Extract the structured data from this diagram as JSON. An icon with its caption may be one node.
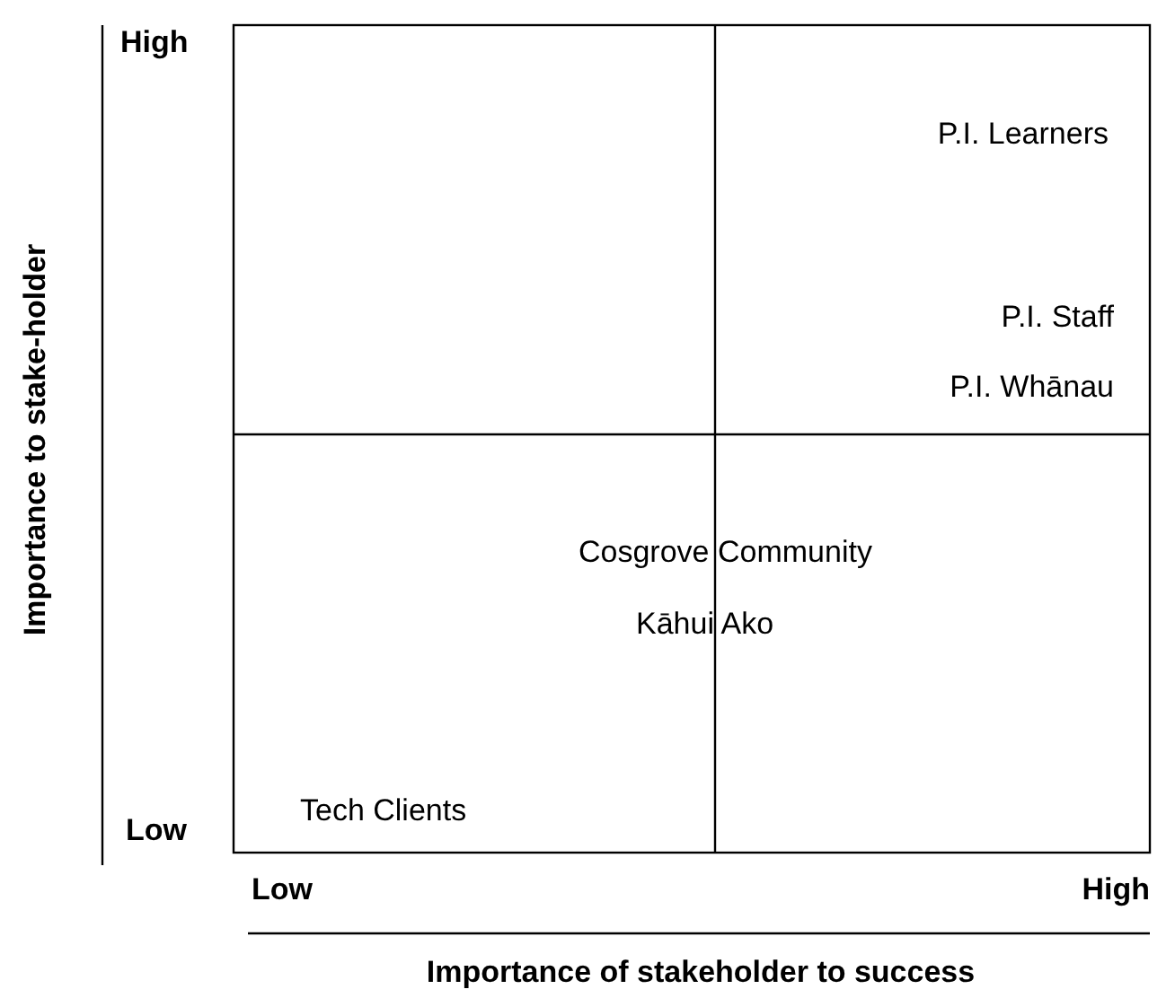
{
  "diagram": {
    "labels": [
      "High",
      "Importance to stake-holder",
      "P.I. Learners",
      "P.I. Staff",
      "P.I. Whānau",
      "Cosgrove Community",
      "Kāhui Ako",
      "Low",
      "Tech Clients",
      "Low",
      "High",
      "Importance of stakeholder to success"
    ]
  }
}
